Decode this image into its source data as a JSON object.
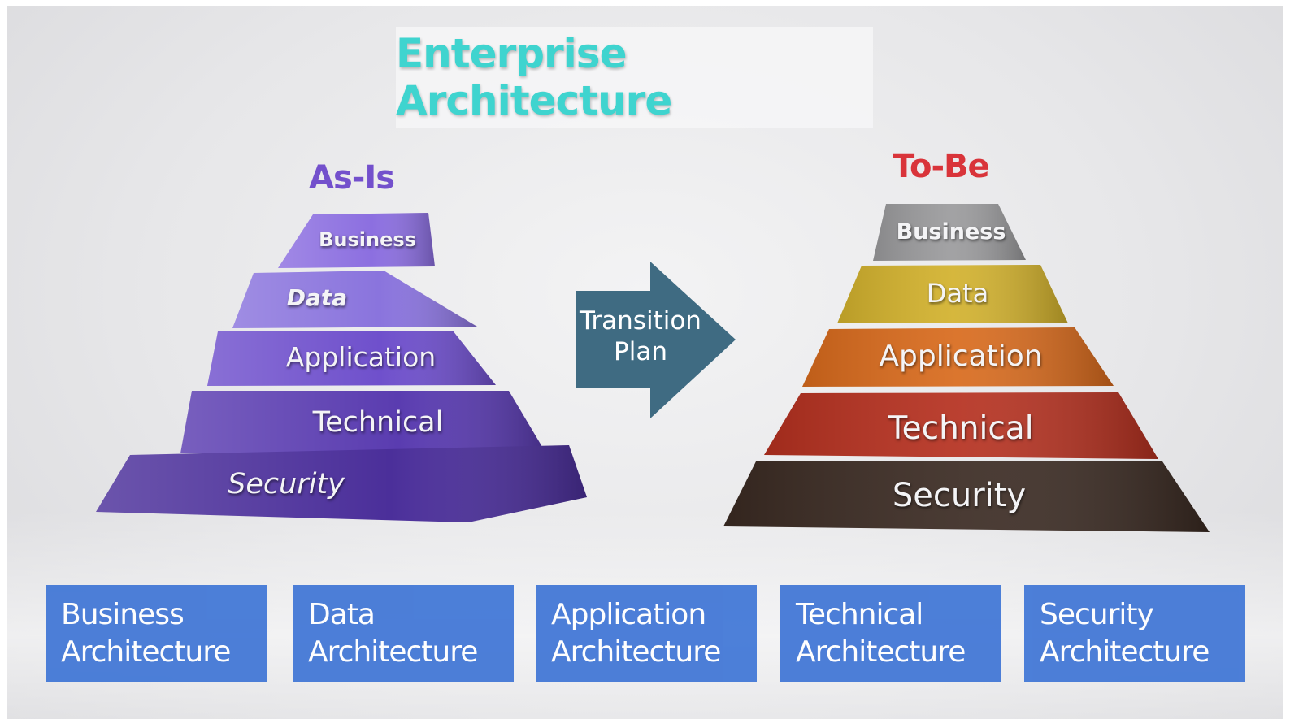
{
  "title": "Enterprise Architecture",
  "as_is": {
    "heading": "As-Is",
    "heading_color": "#7350cc",
    "layers": [
      "Business",
      "Data",
      "Application",
      "Technical",
      "Security"
    ],
    "layer_colors": [
      "#8c6fe0",
      "#8a74dd",
      "#6f50cc",
      "#5a3cb0",
      "#4b2f9a"
    ]
  },
  "transition": {
    "line1": "Transition",
    "line2": "Plan",
    "color": "#3f6b82"
  },
  "to_be": {
    "heading": "To-Be",
    "heading_color": "#d9343a",
    "layers": [
      "Business",
      "Data",
      "Application",
      "Technical",
      "Security"
    ],
    "layer_colors": [
      "#9a9a9c",
      "#d2b12c",
      "#d86a1c",
      "#b5301f",
      "#3a2a22"
    ]
  },
  "architectures": [
    {
      "line1": "Business",
      "line2": "Architecture"
    },
    {
      "line1": "Data",
      "line2": "Architecture"
    },
    {
      "line1": "Application",
      "line2": "Architecture"
    },
    {
      "line1": "Technical",
      "line2": "Architecture"
    },
    {
      "line1": "Security",
      "line2": "Architecture"
    }
  ],
  "architecture_box_color": "#4076d6"
}
